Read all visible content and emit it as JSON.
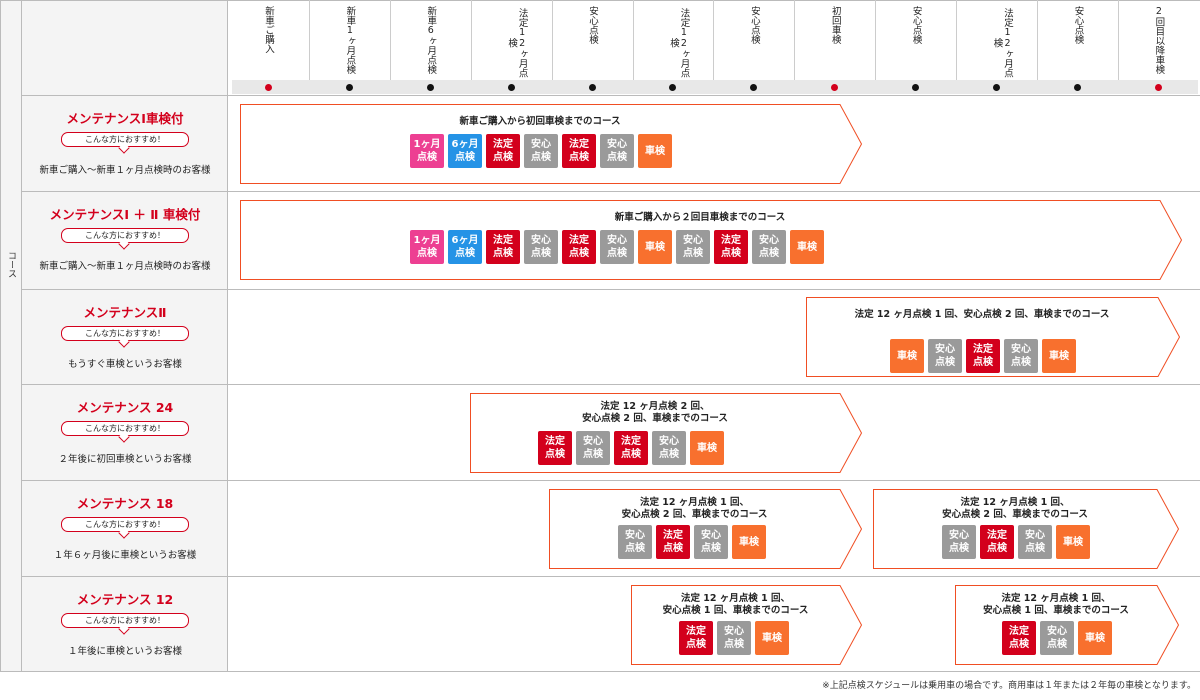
{
  "side_label": "コース",
  "colors": {
    "red": "#d3001c",
    "orange": "#f8702e",
    "gray": "#9a9a9a",
    "pink": "#ed3f92",
    "blue": "#2593e6",
    "dot_red": "#d3001c",
    "dot_black": "#111111",
    "arrow_border": "#f04e23"
  },
  "stages": [
    {
      "label": "新車ご購入",
      "dot": "red"
    },
    {
      "label": "新車1ヶ月点検",
      "dot": "black"
    },
    {
      "label": "新車6ヶ月点検",
      "dot": "black"
    },
    {
      "label": "法定12ヶ月点検",
      "dot": "black"
    },
    {
      "label": "安心点検",
      "dot": "black"
    },
    {
      "label": "法定12ヶ月点検",
      "dot": "black"
    },
    {
      "label": "安心点検",
      "dot": "black"
    },
    {
      "label": "初回車検",
      "dot": "red"
    },
    {
      "label": "安心点検",
      "dot": "black"
    },
    {
      "label": "法定12ヶ月点検",
      "dot": "black"
    },
    {
      "label": "安心点検",
      "dot": "black"
    },
    {
      "label": "2回目以降車検",
      "dot": "red"
    }
  ],
  "box_kinds": {
    "m1": {
      "text": "1ヶ月\n点検",
      "color": "pink"
    },
    "m6": {
      "text": "6ヶ月\n点検",
      "color": "blue"
    },
    "hotei": {
      "text": "法定\n点検",
      "color": "red"
    },
    "anshin": {
      "text": "安心\n点検",
      "color": "gray"
    },
    "shaken": {
      "text": "車検",
      "color": "orange"
    }
  },
  "bubble_text": "こんな方におすすめ！",
  "rows": [
    {
      "title": "メンテナンスⅠ車検付",
      "desc": "新車ご購入〜新車１ヶ月点検時のお客様",
      "courses": [
        {
          "title": "新車ご購入から初回車検までのコース",
          "boxes": [
            "m1",
            "m6",
            "hotei",
            "anshin",
            "hotei",
            "anshin",
            "shaken"
          ]
        }
      ]
    },
    {
      "title": "メンテナンスⅠ ＋ Ⅱ 車検付",
      "desc": "新車ご購入〜新車１ヶ月点検時のお客様",
      "courses": [
        {
          "title": "新車ご購入から２回目車検までのコース",
          "boxes": [
            "m1",
            "m6",
            "hotei",
            "anshin",
            "hotei",
            "anshin",
            "shaken",
            "anshin",
            "hotei",
            "anshin",
            "shaken"
          ]
        }
      ]
    },
    {
      "title": "メンテナンスⅡ",
      "desc": "もうすぐ車検というお客様",
      "courses": [
        {
          "title": "法定 12 ヶ月点検 1 回、安心点検 2 回、車検までのコース",
          "boxes": [
            "shaken",
            "anshin",
            "hotei",
            "anshin",
            "shaken"
          ]
        }
      ]
    },
    {
      "title": "メンテナンス 24",
      "desc": "２年後に初回車検というお客様",
      "courses": [
        {
          "title": "法定 12 ヶ月点検 2 回、\n安心点検 2 回、車検までのコース",
          "boxes": [
            "hotei",
            "anshin",
            "hotei",
            "anshin",
            "shaken"
          ]
        }
      ]
    },
    {
      "title": "メンテナンス 18",
      "desc": "１年６ヶ月後に車検というお客様",
      "courses": [
        {
          "title": "法定 12 ヶ月点検 1 回、\n安心点検 2 回、車検までのコース",
          "boxes": [
            "anshin",
            "hotei",
            "anshin",
            "shaken"
          ]
        },
        {
          "title": "法定 12 ヶ月点検 1 回、\n安心点検 2 回、車検までのコース",
          "boxes": [
            "anshin",
            "hotei",
            "anshin",
            "shaken"
          ]
        }
      ]
    },
    {
      "title": "メンテナンス 12",
      "desc": "１年後に車検というお客様",
      "courses": [
        {
          "title": "法定 12 ヶ月点検 1 回、\n安心点検 1 回、車検までのコース",
          "boxes": [
            "hotei",
            "anshin",
            "shaken"
          ]
        },
        {
          "title": "法定 12 ヶ月点検 1 回、\n安心点検 1 回、車検までのコース",
          "boxes": [
            "hotei",
            "anshin",
            "shaken"
          ]
        }
      ]
    }
  ],
  "footnote": "※上記点検スケジュールは乗用車の場合です。商用車は１年または２年毎の車検となります。"
}
